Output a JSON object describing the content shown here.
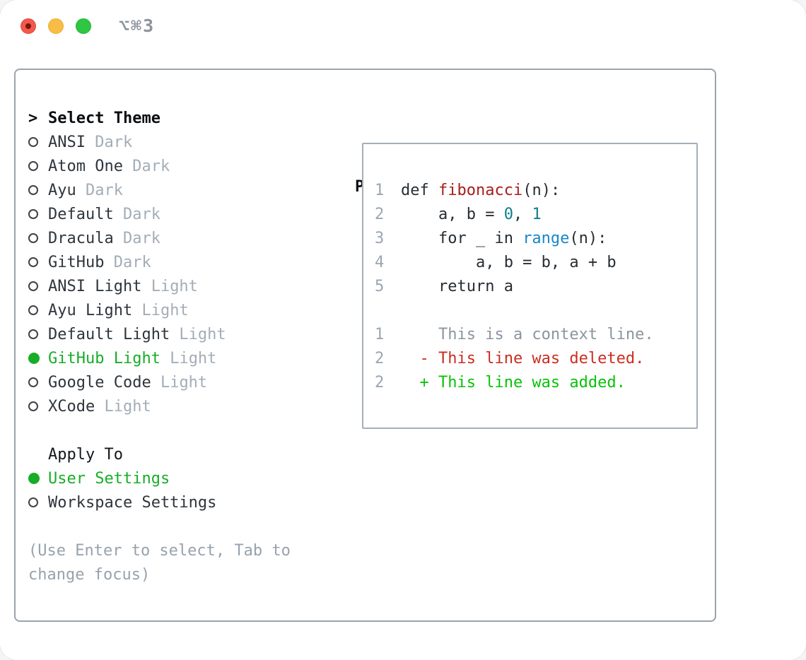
{
  "titlebar": {
    "shortcut_label": "⌥⌘3",
    "traffic_lights": [
      "close-button",
      "minimize-button",
      "zoom-button"
    ]
  },
  "theme_picker": {
    "header_prefix": ">",
    "header": "Select Theme",
    "items": [
      {
        "name": "ANSI",
        "variant": "Dark",
        "selected": false
      },
      {
        "name": "Atom One",
        "variant": "Dark",
        "selected": false
      },
      {
        "name": "Ayu",
        "variant": "Dark",
        "selected": false
      },
      {
        "name": "Default",
        "variant": "Dark",
        "selected": false
      },
      {
        "name": "Dracula",
        "variant": "Dark",
        "selected": false
      },
      {
        "name": "GitHub",
        "variant": "Dark",
        "selected": false
      },
      {
        "name": "ANSI Light",
        "variant": "Light",
        "selected": false
      },
      {
        "name": "Ayu Light",
        "variant": "Light",
        "selected": false
      },
      {
        "name": "Default Light",
        "variant": "Light",
        "selected": false
      },
      {
        "name": "GitHub Light",
        "variant": "Light",
        "selected": true
      },
      {
        "name": "Google Code",
        "variant": "Light",
        "selected": false
      },
      {
        "name": "XCode",
        "variant": "Light",
        "selected": false
      }
    ],
    "apply_to": {
      "header": "Apply To",
      "options": [
        {
          "name": "User Settings",
          "selected": true
        },
        {
          "name": "Workspace Settings",
          "selected": false
        }
      ]
    },
    "hint_line1": "(Use Enter to select, Tab to",
    "hint_line2": "change focus)"
  },
  "preview": {
    "header": "Preview",
    "code_lines": [
      {
        "num": "1",
        "segments": [
          {
            "t": "def ",
            "c": "code"
          },
          {
            "t": "fibonacci",
            "c": "func"
          },
          {
            "t": "(n):",
            "c": "code"
          }
        ]
      },
      {
        "num": "2",
        "segments": [
          {
            "t": "    a, b = ",
            "c": "code"
          },
          {
            "t": "0",
            "c": "num"
          },
          {
            "t": ", ",
            "c": "code"
          },
          {
            "t": "1",
            "c": "num"
          }
        ]
      },
      {
        "num": "3",
        "segments": [
          {
            "t": "    for _ in ",
            "c": "code"
          },
          {
            "t": "range",
            "c": "builtin"
          },
          {
            "t": "(n):",
            "c": "code"
          }
        ]
      },
      {
        "num": "4",
        "segments": [
          {
            "t": "        a, b = b, a + b",
            "c": "code"
          }
        ]
      },
      {
        "num": "5",
        "segments": [
          {
            "t": "    return a",
            "c": "code"
          }
        ]
      },
      {
        "num": "",
        "segments": []
      },
      {
        "num": "1",
        "segments": [
          {
            "t": "    This is a context line.",
            "c": "context"
          }
        ]
      },
      {
        "num": "2",
        "segments": [
          {
            "t": "  - This line was deleted.",
            "c": "deleted"
          }
        ]
      },
      {
        "num": "2",
        "segments": [
          {
            "t": "  + This line was added.",
            "c": "added"
          }
        ]
      }
    ]
  },
  "colors": {
    "selected_green": "#17ae27",
    "added_green": "#06c306",
    "deleted_red": "#cb2d20",
    "function_red": "#a81d1b",
    "number_teal": "#0f7e8a",
    "builtin_blue": "#1787c9",
    "muted_gray": "#a3adb8",
    "text_dark": "#2e353c",
    "border_gray": "#9aa4ae",
    "traffic_red": "#f1594c",
    "traffic_yellow": "#f8bd46",
    "traffic_green": "#2ec643"
  }
}
